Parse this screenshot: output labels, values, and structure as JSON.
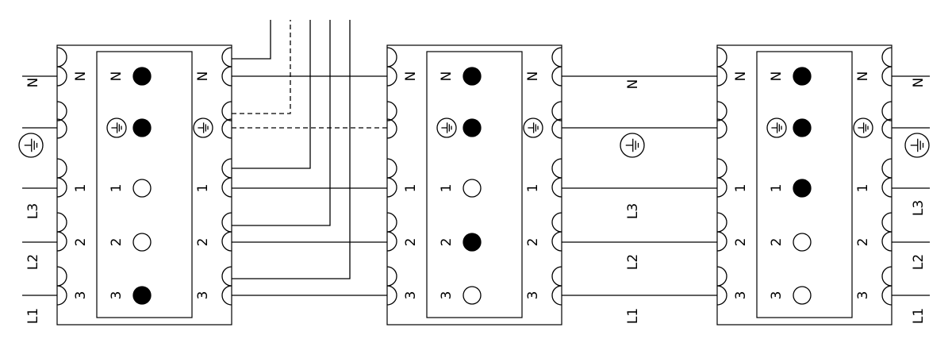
{
  "labels": {
    "neutral": "N",
    "line1": "L1",
    "line2": "L2",
    "line3": "L3",
    "terminal_n": "N",
    "terminal_1": "1",
    "terminal_2": "2",
    "terminal_3": "3"
  },
  "icons": {
    "earth": "protective-earth-icon",
    "terminal_filled": "filled-terminal-dot",
    "terminal_empty": "empty-terminal-dot"
  },
  "modules": [
    {
      "name": "module-1",
      "states": {
        "N": true,
        "PE": true,
        "1": false,
        "2": false,
        "3": true
      }
    },
    {
      "name": "module-2",
      "states": {
        "N": true,
        "PE": true,
        "1": false,
        "2": true,
        "3": false
      }
    },
    {
      "name": "module-3",
      "states": {
        "N": true,
        "PE": true,
        "1": true,
        "2": false,
        "3": false
      }
    }
  ],
  "colors": {
    "line": "#000000",
    "background": "#ffffff"
  }
}
